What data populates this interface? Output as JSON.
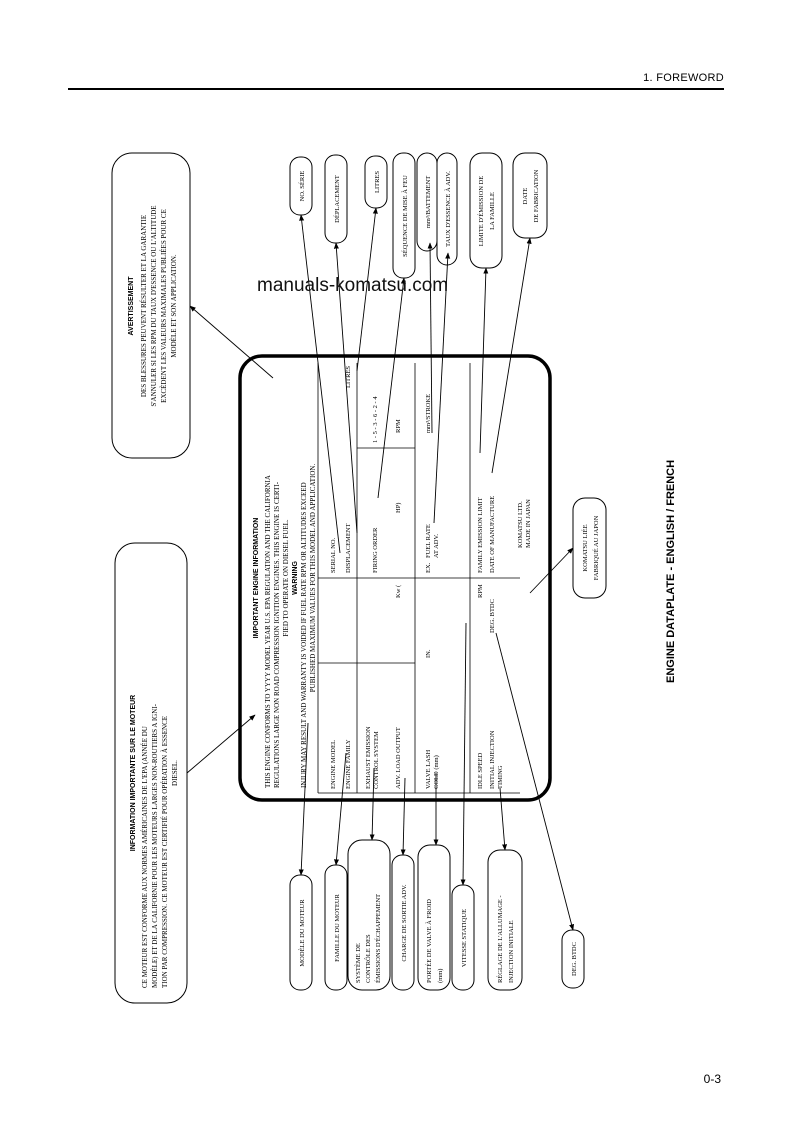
{
  "header": {
    "title": "1. FOREWORD"
  },
  "footer": {
    "page_number": "0-3"
  },
  "watermark": "manuals-komatsu.com",
  "figure": {
    "title": "ENGINE DATAPLATE - ENGLISH / FRENCH",
    "plate": {
      "heading": "IMPORTANT ENGINE INFORMATION",
      "conformity_lines": [
        "THIS ENGINE CONFORMS TO YYYY MODEL YEAR U.S. EPA REGULATION AND THE CALIFORNIA",
        "REGULATIONS LARGE NON ROAD COMPRESSION IGNITION ENGINES. THIS ENGINE IS CERTI-",
        "FIED TO OPERATE ON DIESEL FUEL."
      ],
      "warning_title": "WARNING",
      "warning_lines": [
        "INJURY MAY RESULT AND WARRANTY IS VOIDED IF FUEL RATE RPM OR ALTITUDES EXCEED",
        "PUBLISHED MAXIMUM VALUES FOR THIS MODEL AND APPLICATION."
      ],
      "fields": {
        "engine_model": "ENGINE MODEL",
        "serial_no": "SERIAL NO.",
        "engine_family": "ENGINE FAMILY",
        "displacement": "DISPLACEMENT",
        "litres": "LITRES",
        "exhaust_emission_1": "EXHAUST EMISSION",
        "exhaust_emission_2": "CONTROL SYSTEM",
        "firing_order": "FIRING ORDER",
        "firing_order_value": "1 - 5 - 3 - 6 - 2 - 4",
        "adv_load_output": "ADV. LOAD OUTPUT",
        "kw": "Kw  (",
        "hp": "HP)",
        "rpm": "RPM",
        "valve_lash_1": "VALVE LASH",
        "valve_lash_2": "COLD (mm)",
        "in": "IN.",
        "ex": "EX.",
        "fuel_rate_1": "FUEL RATE",
        "fuel_rate_2": "AT ADV.",
        "mm3_stroke": "mm³/STROKE",
        "idle_speed": "IDLE SPEED",
        "rpm_2": "RPM",
        "family_emission_limit": "FAMILY EMISSION LIMIT",
        "initial_injection_1": "INITIAL INJECTION",
        "initial_injection_2": "TIMING",
        "deg_btdc": "DEG. BTDC",
        "date_of_manufacture": "DATE OF MANUFACTURE",
        "maker_1": "KOMATSU LTD.",
        "maker_2": "MADE IN JAPAN"
      }
    },
    "callouts": {
      "info_fr_title": "INFORMATION IMPORTANTE SUR LE MOTEUR",
      "info_fr_lines": [
        "CE MOTEUR EST CONFORME AUX NORMES AMÉRICAINES DE L'EPA (ANNÉE DU",
        "MODÈLE) ET DE LA CALIFORNIE POUR LES MOTEURS LARGES NON-ROUTIERS A IGNI-",
        "TION PAR COMPRESSION.  CE MOTEUR EST CERTIFIÉ POUR OPÉRATION À ESSENCE",
        "DIESEL."
      ],
      "avert_title": "AVERTISSEMENT",
      "avert_lines": [
        "DES BLESSURES PEUVENT RÉSULTER ET LA GARANTIE",
        "S'ANNULER SI LES RPM DU TAUX D'ESSENCE OU L'ALTITUDE",
        "EXCÈDENT LES VALEURS MAXIMALES PUBLIÉES POUR CE",
        "MODÈLE ET SON APPLICATION."
      ],
      "no_serie": "NO. SÉRIE",
      "deplacement": "DÉPLACEMENT",
      "litres": "LITRES",
      "sequence": "SÉQUENCE DE MISE À FEU",
      "mm3_battement": "mm³/BATTEMENT",
      "taux_essence": "TAUX D'ESSENCE  À ADV.",
      "limite_1": "LIMITE D'ÉMISSION DE",
      "limite_2": "LA FAMILLE",
      "date_1": "DATE",
      "date_2": "DE FABRICATION",
      "komatsu_1": "KOMATSU LIÉE",
      "komatsu_2": "FABRIQUÉ AU JAPON",
      "modele": "MODÈLE DU MOTEUR",
      "famille": "FAMILLE DU MOTEUR",
      "systeme_1": "SYSTÈME DE",
      "systeme_2": "CONTRÔLE DES",
      "systeme_3": "ÉMISSIONS D'ÉCHAPPEMENT",
      "charge": "CHARGE DE SORTIE ADV.",
      "portee_1": "PORTÉE DE VALVE À FROID",
      "portee_2": "(mm)",
      "vitesse": "VITESSE STATIQUE",
      "reglage_1": "RÉGLAGE DE L'ALLUMAGE -",
      "reglage_2": "INJECTION INITIALE",
      "deg_btdc": "DEG. BTDC"
    }
  }
}
